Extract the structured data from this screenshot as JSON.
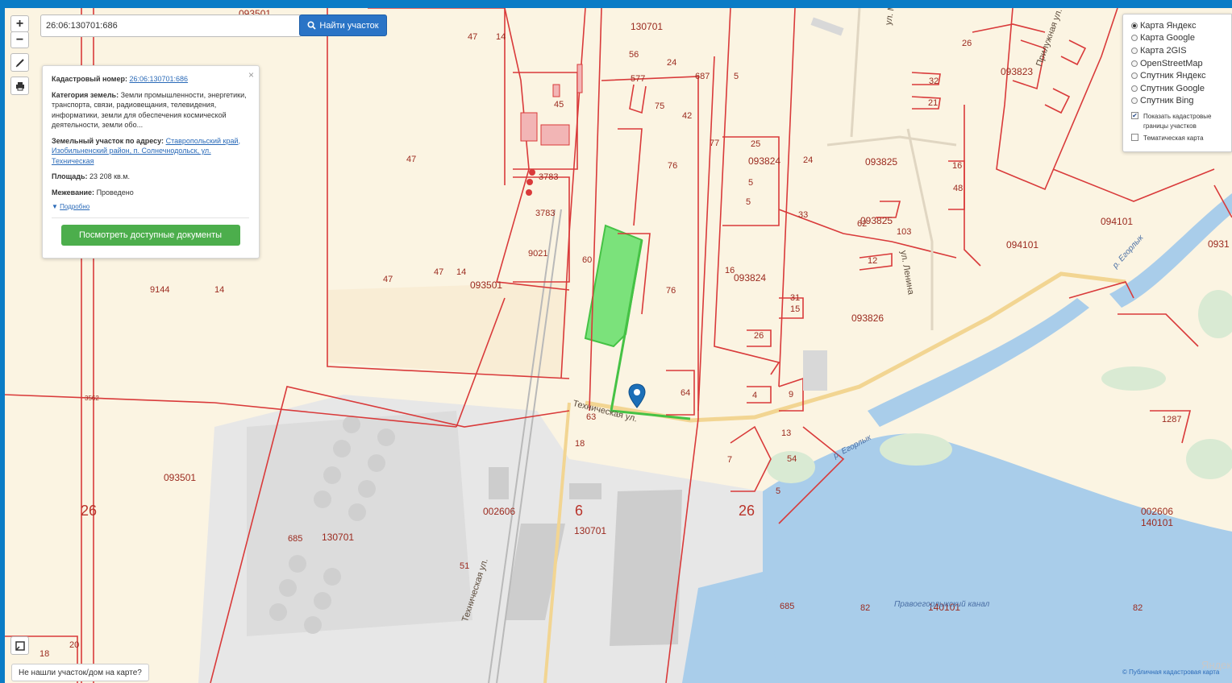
{
  "search": {
    "value": "26:06:130701:686",
    "button_label": "Найти участок",
    "icon": "search-icon"
  },
  "zoom": {
    "in_label": "+",
    "out_label": "−"
  },
  "tools": {
    "measure_icon": "ruler-icon",
    "print_icon": "printer-icon",
    "fullscreen_icon": "expand-icon"
  },
  "info": {
    "cadastral_label": "Кадастровый номер:",
    "cadastral_value": "26:06:130701:686",
    "category_label": "Категория земель:",
    "category_value": "Земли промышленности, энергетики, транспорта, связи, радиовещания, телевидения, информатики, земли для обеспечения космической деятельности, земли обо...",
    "address_label": "Земельный участок по адресу:",
    "address_value": "Ставропольский край, Изобильненский район, п. Солнечнодольск, ул. Техническая",
    "area_label": "Площадь:",
    "area_value": "23 208 кв.м.",
    "survey_label": "Межевание:",
    "survey_value": "Проведено",
    "more_label": "Подробно",
    "docs_button": "Посмотреть доступные документы",
    "close": "×"
  },
  "layers": {
    "options": [
      {
        "label": "Карта Яндекс",
        "selected": true
      },
      {
        "label": "Карта Google",
        "selected": false
      },
      {
        "label": "Карта 2GIS",
        "selected": false
      },
      {
        "label": "OpenStreetMap",
        "selected": false
      },
      {
        "label": "Спутник Яндекс",
        "selected": false
      },
      {
        "label": "Спутник Google",
        "selected": false
      },
      {
        "label": "Спутник Bing",
        "selected": false
      }
    ],
    "show_borders_label": "Показать кадастровые границы участков",
    "show_borders_checked": true,
    "thematic_label": "Тематическая карта",
    "thematic_checked": false
  },
  "map_labels": [
    {
      "text": "093501",
      "cls": "med"
    },
    {
      "text": "130701",
      "cls": "med"
    },
    {
      "text": "47",
      "cls": ""
    },
    {
      "text": "14",
      "cls": ""
    },
    {
      "text": "56",
      "cls": ""
    },
    {
      "text": "24",
      "cls": ""
    },
    {
      "text": "577",
      "cls": ""
    },
    {
      "text": "687",
      "cls": ""
    },
    {
      "text": "5",
      "cls": ""
    },
    {
      "text": "75",
      "cls": ""
    },
    {
      "text": "42",
      "cls": ""
    },
    {
      "text": "77",
      "cls": ""
    },
    {
      "text": "76",
      "cls": ""
    },
    {
      "text": "45",
      "cls": ""
    },
    {
      "text": "3783",
      "cls": ""
    },
    {
      "text": "3783",
      "cls": ""
    },
    {
      "text": "9021",
      "cls": ""
    },
    {
      "text": "47",
      "cls": ""
    },
    {
      "text": "60",
      "cls": ""
    },
    {
      "text": "76",
      "cls": ""
    },
    {
      "text": "47",
      "cls": ""
    },
    {
      "text": "14",
      "cls": ""
    },
    {
      "text": "093501",
      "cls": "med"
    },
    {
      "text": "47",
      "cls": ""
    },
    {
      "text": "9144",
      "cls": ""
    },
    {
      "text": "14",
      "cls": ""
    },
    {
      "text": "093824",
      "cls": "med"
    },
    {
      "text": "093825",
      "cls": "med"
    },
    {
      "text": "093825",
      "cls": "med"
    },
    {
      "text": "093824",
      "cls": "med"
    },
    {
      "text": "093826",
      "cls": "med"
    },
    {
      "text": "093823",
      "cls": "med"
    },
    {
      "text": "094101",
      "cls": "med"
    },
    {
      "text": "094101",
      "cls": "med"
    },
    {
      "text": "0931",
      "cls": "med"
    },
    {
      "text": "25",
      "cls": ""
    },
    {
      "text": "24",
      "cls": ""
    },
    {
      "text": "5",
      "cls": ""
    },
    {
      "text": "5",
      "cls": ""
    },
    {
      "text": "33",
      "cls": ""
    },
    {
      "text": "12",
      "cls": ""
    },
    {
      "text": "26",
      "cls": ""
    },
    {
      "text": "16",
      "cls": ""
    },
    {
      "text": "31",
      "cls": ""
    },
    {
      "text": "15",
      "cls": ""
    },
    {
      "text": "4",
      "cls": ""
    },
    {
      "text": "9",
      "cls": ""
    },
    {
      "text": "32",
      "cls": ""
    },
    {
      "text": "21",
      "cls": ""
    },
    {
      "text": "26",
      "cls": ""
    },
    {
      "text": "16",
      "cls": ""
    },
    {
      "text": "48",
      "cls": ""
    },
    {
      "text": "63",
      "cls": ""
    },
    {
      "text": "18",
      "cls": ""
    },
    {
      "text": "7",
      "cls": ""
    },
    {
      "text": "54",
      "cls": ""
    },
    {
      "text": "13",
      "cls": ""
    },
    {
      "text": "5",
      "cls": ""
    },
    {
      "text": "093501",
      "cls": "med"
    },
    {
      "text": "26",
      "cls": "big"
    },
    {
      "text": "002606",
      "cls": "med"
    },
    {
      "text": "6",
      "cls": "big"
    },
    {
      "text": "130701",
      "cls": "med"
    },
    {
      "text": "26",
      "cls": "big"
    },
    {
      "text": "685",
      "cls": ""
    },
    {
      "text": "130701",
      "cls": "med"
    },
    {
      "text": "51",
      "cls": ""
    },
    {
      "text": "002606",
      "cls": "med"
    },
    {
      "text": "140101",
      "cls": "med"
    },
    {
      "text": "685",
      "cls": ""
    },
    {
      "text": "82",
      "cls": ""
    },
    {
      "text": "82",
      "cls": ""
    },
    {
      "text": "140101",
      "cls": "med"
    },
    {
      "text": "1287",
      "cls": ""
    },
    {
      "text": "20",
      "cls": ""
    },
    {
      "text": "18",
      "cls": ""
    },
    {
      "text": "3562",
      "cls": "small"
    },
    {
      "text": "64",
      "cls": ""
    },
    {
      "text": "62",
      "cls": ""
    },
    {
      "text": "103",
      "cls": ""
    }
  ],
  "street_labels": [
    {
      "text": "Техническая ул."
    },
    {
      "text": "Техническая ул."
    },
    {
      "text": "ул. Мещерякова"
    },
    {
      "text": "ул. Ленина"
    },
    {
      "text": "Прилужная ул."
    },
    {
      "text": "р. Егорлык"
    },
    {
      "text": "р. Егорлык"
    },
    {
      "text": "Правоегорлыкский канал"
    }
  ],
  "footer": {
    "not_found": "Не нашли участок/дом на карте?",
    "copyright": "© Публичная кадастровая карта",
    "watermark": "Яндекс"
  }
}
